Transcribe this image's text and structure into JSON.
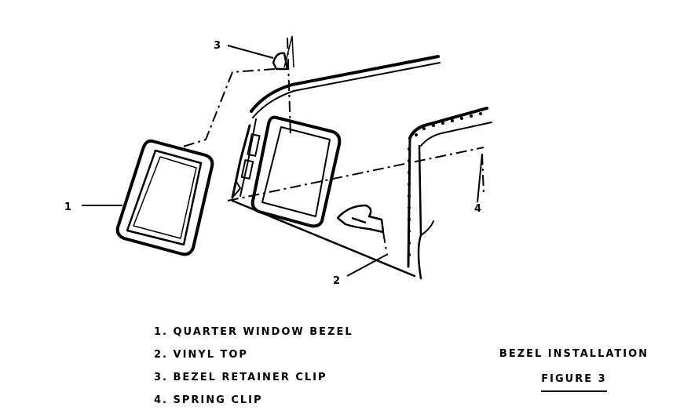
{
  "callouts": {
    "one": "1",
    "two": "2",
    "three": "3",
    "four": "4"
  },
  "legend": [
    "1. QUARTER WINDOW BEZEL",
    "2. VINYL TOP",
    "3. BEZEL RETAINER CLIP",
    "4. SPRING CLIP"
  ],
  "caption": {
    "title": "BEZEL INSTALLATION",
    "figure": "FIGURE 3"
  },
  "colors": {
    "ink": "#000000",
    "paper": "#ffffff"
  }
}
